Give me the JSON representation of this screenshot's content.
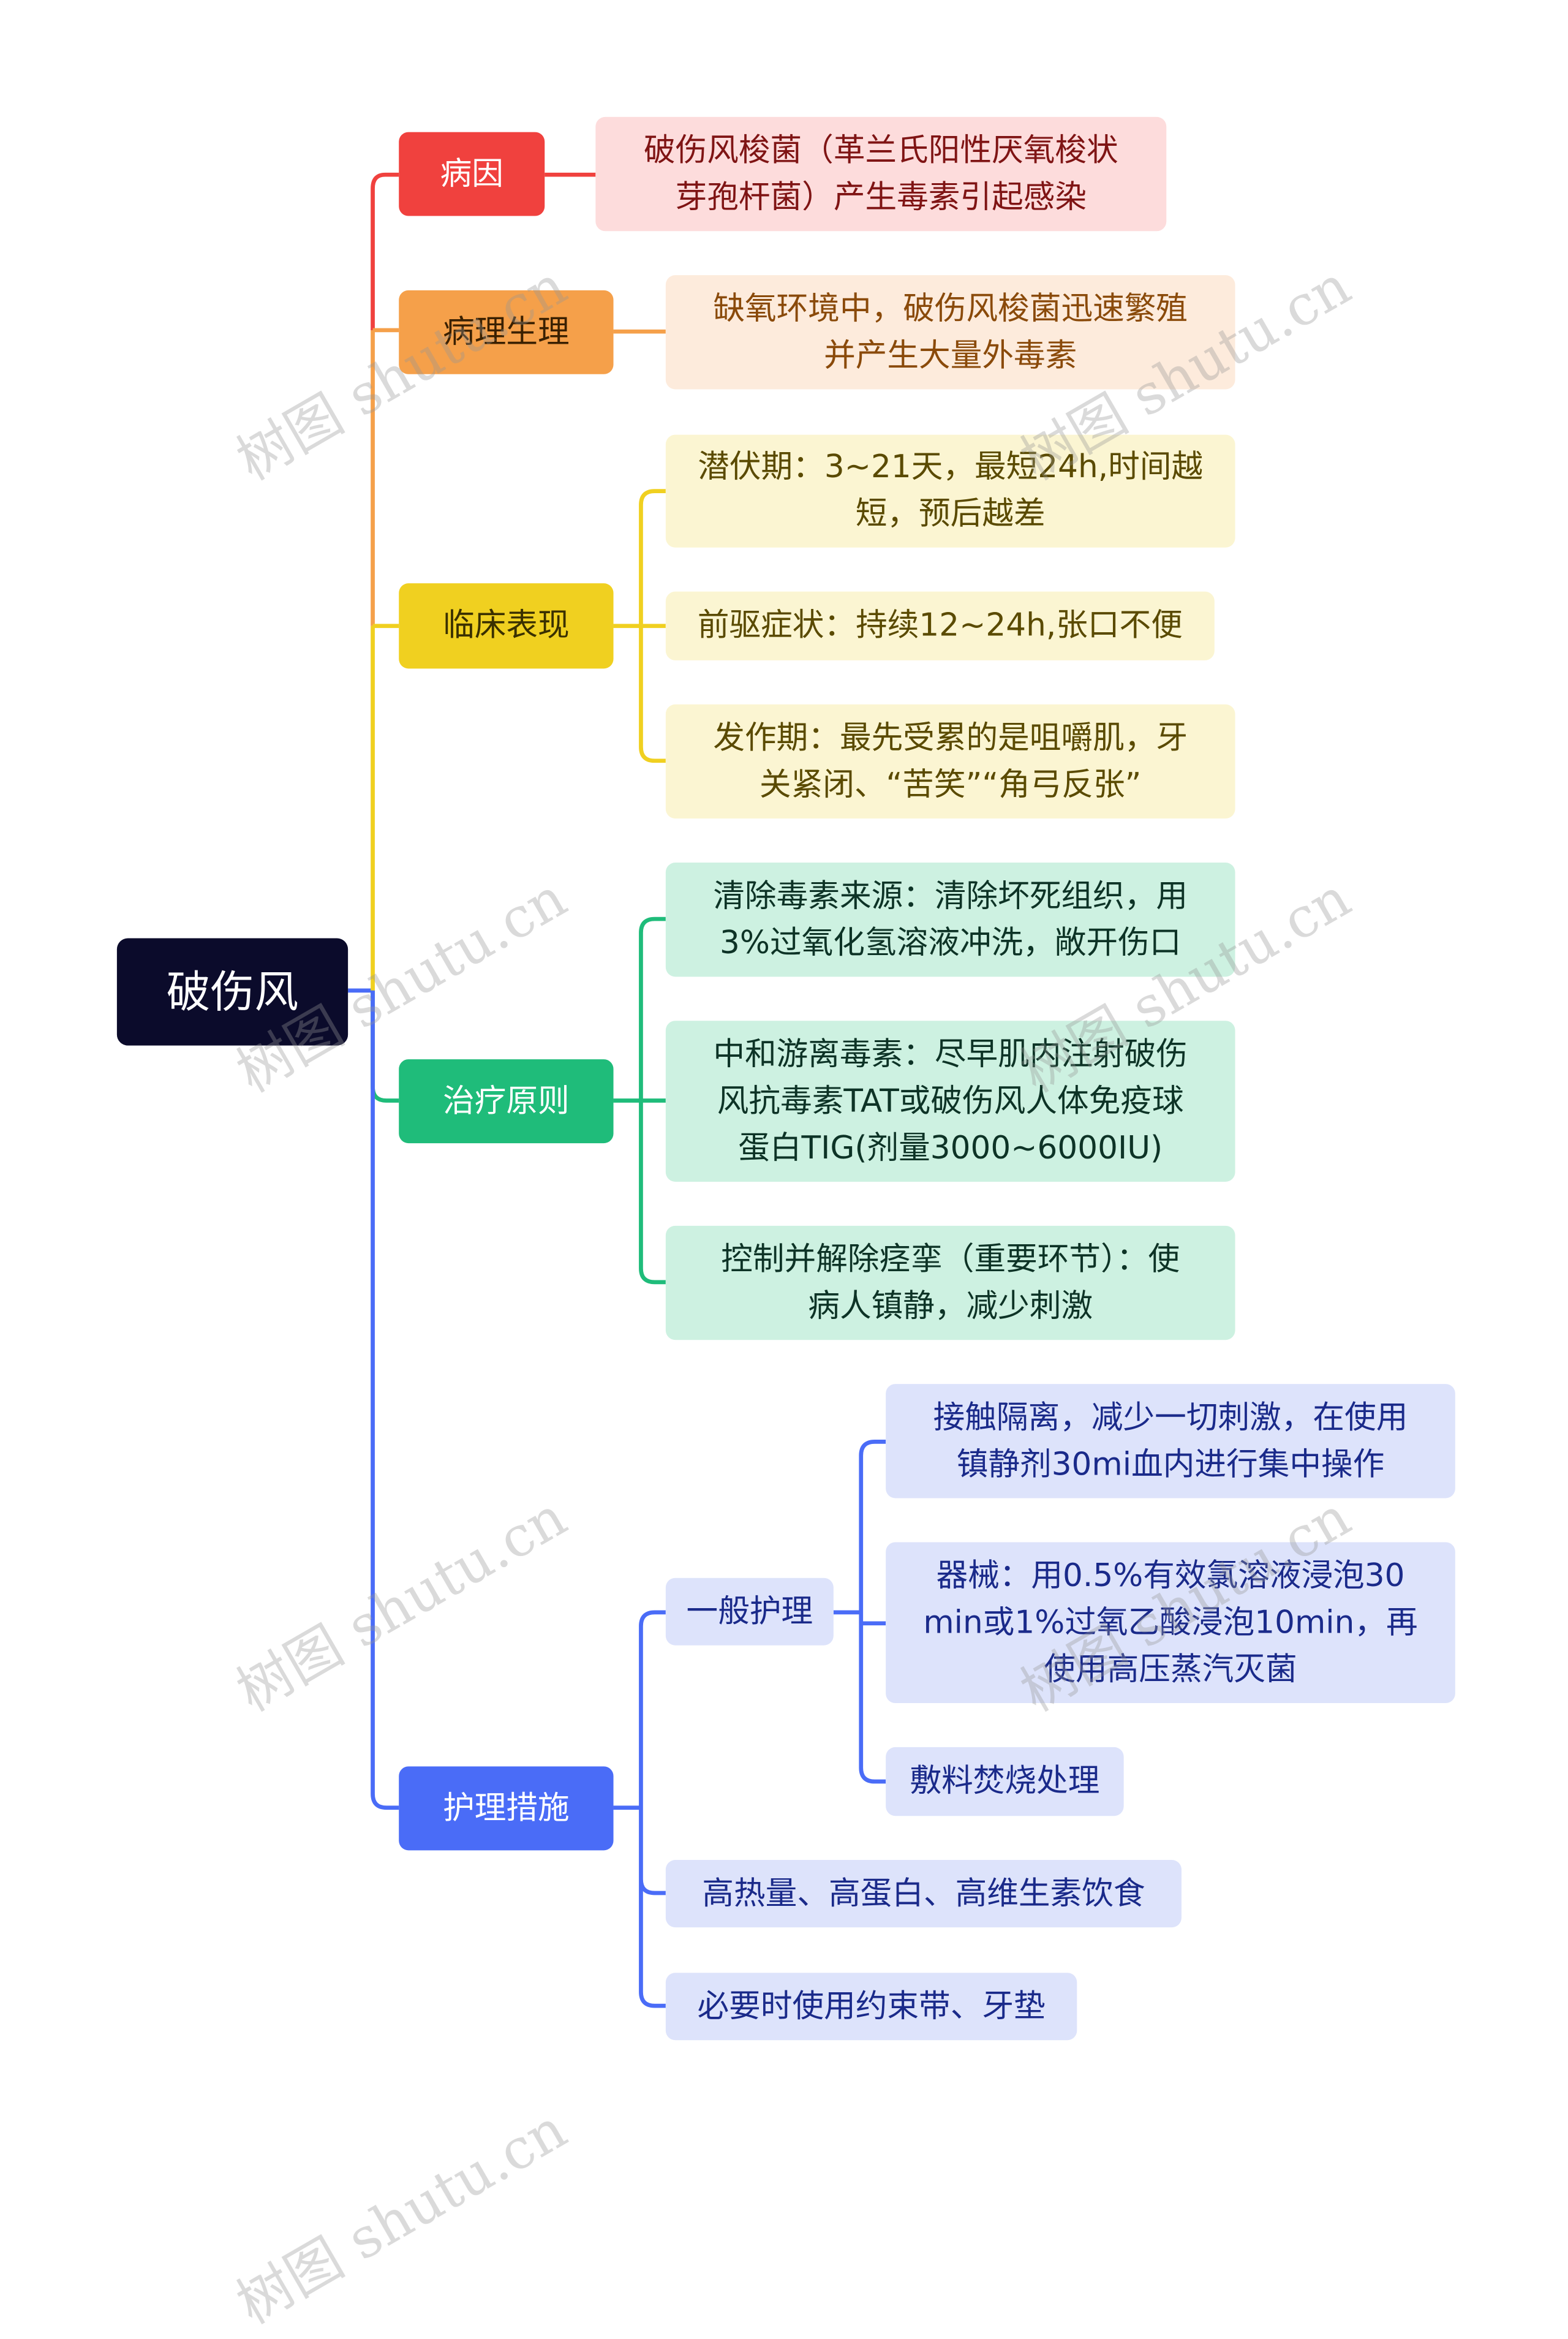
{
  "root": "破伤风",
  "colors": {
    "cause": "#f0413e",
    "patho": "#f5a04a",
    "clinical": "#f0d020",
    "treat": "#1fbc7a",
    "care": "#4a6cf7",
    "root": "#0b0b2b"
  },
  "branches": {
    "cause": {
      "label": "病因",
      "items": [
        "破伤风梭菌（革兰氏阳性厌氧梭状\n芽孢杆菌）产生毒素引起感染"
      ]
    },
    "patho": {
      "label": "病理生理",
      "items": [
        "缺氧环境中，破伤风梭菌迅速繁殖\n并产生大量外毒素"
      ]
    },
    "clinical": {
      "label": "临床表现",
      "items": [
        "潜伏期：3~21天，最短24h,时间越\n短，预后越差",
        "前驱症状：持续12~24h,张口不便",
        "发作期：最先受累的是咀嚼肌，牙\n关紧闭、“苦笑”“角弓反张”"
      ]
    },
    "treat": {
      "label": "治疗原则",
      "items": [
        "清除毒素来源：清除坏死组织，用\n3%过氧化氢溶液冲洗，敞开伤口",
        "中和游离毒素：尽早肌内注射破伤\n风抗毒素TAT或破伤风人体免疫球\n蛋白TIG(剂量3000~6000IU)",
        "控制并解除痉挛（重要环节）：使\n病人镇静，减少刺激"
      ]
    },
    "care": {
      "label": "护理措施",
      "general": {
        "label": "一般护理",
        "items": [
          "接触隔离，减少一切刺激，在使用\n镇静剂30mi血内进行集中操作",
          "器械：用0.5%有效氯溶液浸泡30\nmin或1%过氧乙酸浸泡10min，再\n使用高压蒸汽灭菌",
          "敷料焚烧处理"
        ]
      },
      "items": [
        "高热量、高蛋白、高维生素饮食",
        "必要时使用约束带、牙垫"
      ]
    }
  },
  "watermark": "树图 shutu.cn"
}
